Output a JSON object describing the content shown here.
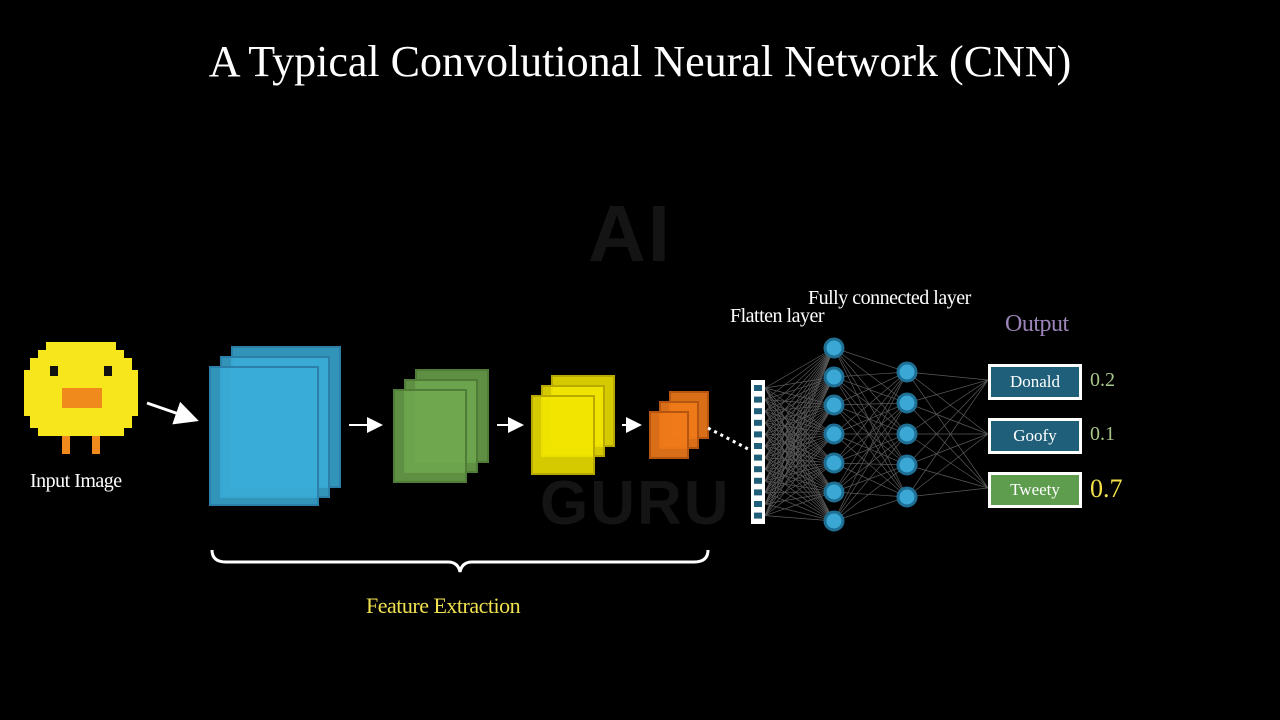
{
  "title": "A Typical Convolutional Neural Network (CNN)",
  "labels": {
    "input_image": "Input Image",
    "flatten_layer": "Flatten layer",
    "fully_connected_layer": "Fully connected layer",
    "output": "Output",
    "feature_extraction": "Feature Extraction"
  },
  "watermark": {
    "top": "AI",
    "bottom": "GURU"
  },
  "outputs": [
    {
      "label": "Donald",
      "score": "0.2"
    },
    {
      "label": "Goofy",
      "score": "0.1"
    },
    {
      "label": "Tweety",
      "score": "0.7"
    }
  ],
  "colors": {
    "background": "#000000",
    "layer1": "#3aaed8",
    "layer2": "#6fa84f",
    "layer3": "#f2e600",
    "layer4": "#f07a1a",
    "node": "#3aa7d4",
    "output_highlight": "#f4e04a",
    "output_label": "#9b84b8",
    "duck_body": "#f7e61c",
    "duck_beak": "#f08a1c"
  }
}
